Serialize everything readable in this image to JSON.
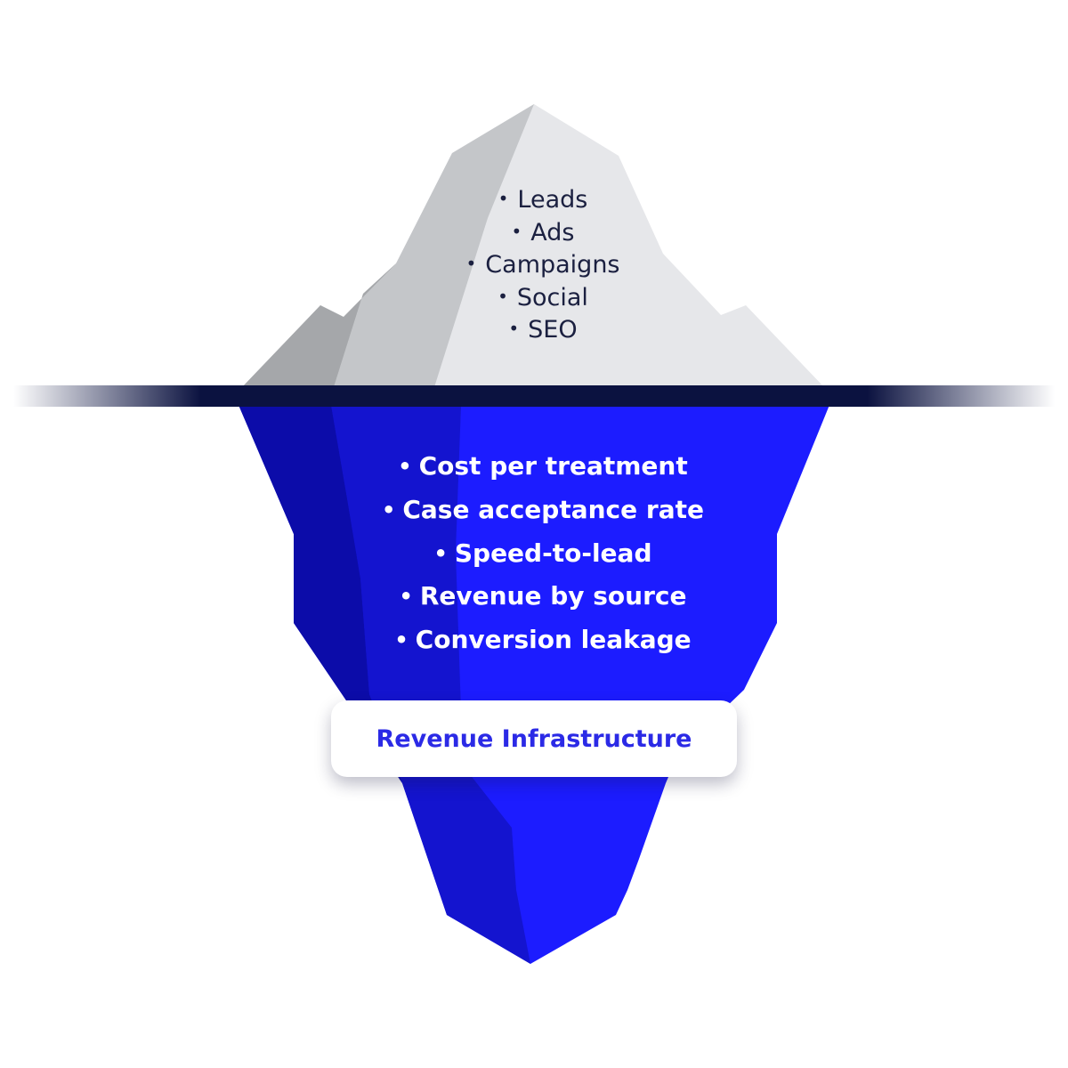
{
  "above_water": {
    "bullet": "•",
    "items": [
      "Leads",
      "Ads",
      "Campaigns",
      "Social",
      "SEO"
    ]
  },
  "below_water": {
    "bullet": "•",
    "items": [
      "Cost per treatment",
      "Case acceptance rate",
      "Speed-to-lead",
      "Revenue by source",
      "Conversion leakage"
    ]
  },
  "foundation_label": "Revenue Infrastructure",
  "colors": {
    "ice_light": "#e6e7ea",
    "ice_mid": "#c4c6c9",
    "ice_dark": "#a5a7aa",
    "water_line": "#0b1240",
    "berg_light": "#1c1cff",
    "berg_mid": "#1414cf",
    "berg_dark": "#0c0ca9",
    "label_text": "#2b2ae6"
  }
}
